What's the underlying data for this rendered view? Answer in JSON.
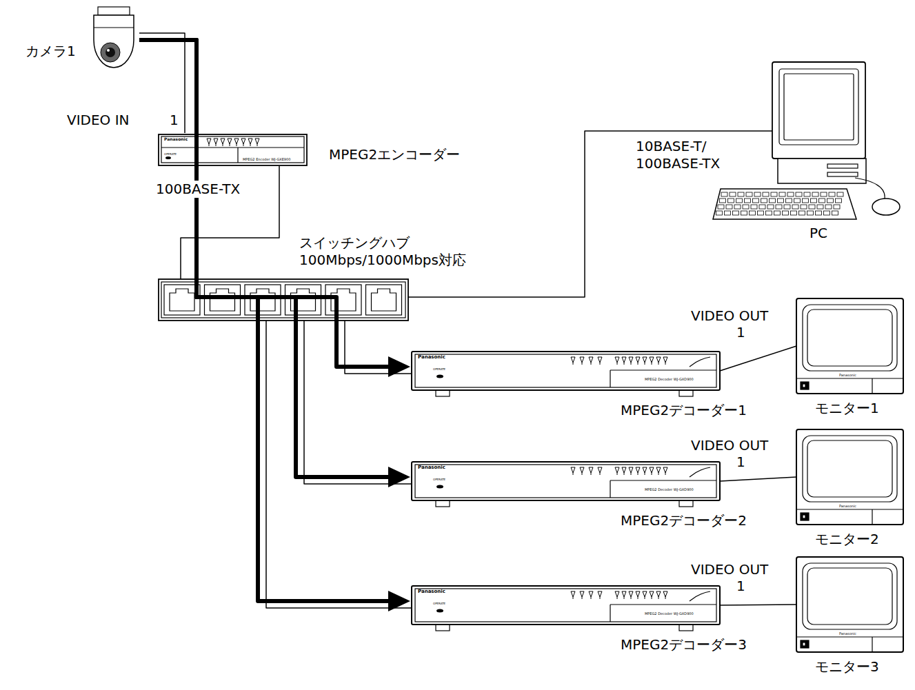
{
  "diagram": {
    "nodes": [
      {
        "text": [
          "カメラ1"
        ]
      },
      {
        "text": [
          "MPEG2エンコーダー"
        ]
      },
      {
        "text": [
          "スイッチングハブ 100Mbps/1000Mbps対応"
        ]
      },
      {
        "text": [
          "PC"
        ]
      },
      {
        "text": [
          "MPEG2デコーダー1"
        ]
      },
      {
        "text": [
          "モニター1"
        ]
      },
      {
        "text": [
          "MPEG2デコーダー2"
        ]
      },
      {
        "text": [
          "モニター2"
        ]
      },
      {
        "text": [
          "MPEG2デコーダー3"
        ]
      },
      {
        "text": [
          "モニター3"
        ]
      }
    ],
    "edges": [
      {
        "from": 0,
        "to": 1,
        "arrow": "none"
      },
      {
        "from": 1,
        "to": 2,
        "arrow": "none"
      },
      {
        "from": 2,
        "to": 3,
        "arrow": "none"
      },
      {
        "from": 2,
        "to": 4,
        "arrow": "none"
      },
      {
        "from": 2,
        "to": 6,
        "arrow": "none"
      },
      {
        "from": 2,
        "to": 8,
        "arrow": "none"
      },
      {
        "from": 4,
        "to": 5,
        "arrow": "none"
      },
      {
        "from": 6,
        "to": 7,
        "arrow": "none"
      },
      {
        "from": 8,
        "to": 9,
        "arrow": "none"
      },
      {
        "from": 0,
        "to": 4,
        "arrow": "to"
      },
      {
        "from": 0,
        "to": 6,
        "arrow": "to"
      },
      {
        "from": 0,
        "to": 8,
        "arrow": "to"
      }
    ],
    "labels": [
      "VIDEO IN",
      "1",
      "100BASE-TX",
      "10BASE-T/ 100BASE-TX",
      "VIDEO OUT",
      "1",
      "VIDEO OUT",
      "1",
      "VIDEO OUT",
      "1",
      "Panasonic",
      "OPERATE",
      "MPEG2 Encoder WJ-GXE900",
      "Panasonic",
      "OPERATE",
      "MPEG2 Decoder WJ-GXD900",
      "Panasonic",
      "OPERATE",
      "MPEG2 Decoder WJ-GXD900",
      "Panasonic",
      "OPERATE",
      "MPEG2 Decoder WJ-GXD900",
      "Panasonic",
      "Panasonic",
      "Panasonic"
    ]
  }
}
